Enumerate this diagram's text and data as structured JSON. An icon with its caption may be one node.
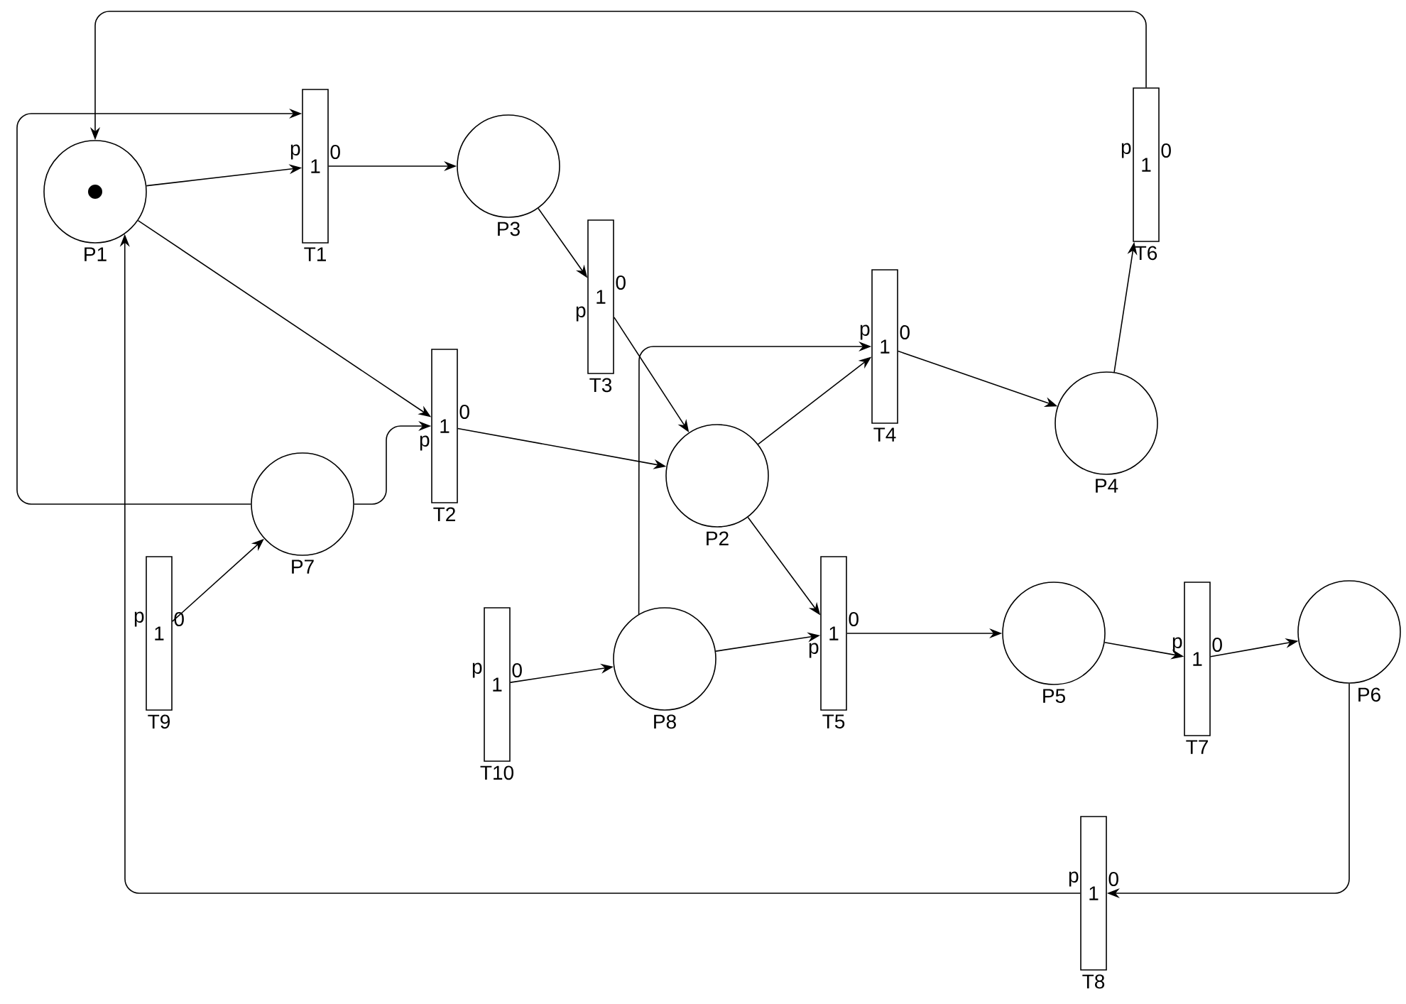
{
  "diagram": {
    "nodes": [
      {
        "text": [],
        "shape": "circle",
        "beside": [
          "P1"
        ]
      },
      {
        "text": [
          "1"
        ],
        "beside": [
          "p",
          "0",
          "T1"
        ]
      },
      {
        "text": [],
        "shape": "circle",
        "beside": [
          "P3"
        ]
      },
      {
        "text": [
          "1"
        ],
        "beside": [
          "p",
          "0",
          "T3"
        ]
      },
      {
        "text": [
          "1"
        ],
        "beside": [
          "p",
          "0",
          "T2"
        ]
      },
      {
        "text": [],
        "shape": "circle",
        "beside": [
          "P2"
        ]
      },
      {
        "text": [
          "1"
        ],
        "beside": [
          "p",
          "0",
          "T4"
        ]
      },
      {
        "text": [],
        "shape": "circle",
        "beside": [
          "P4"
        ]
      },
      {
        "text": [
          "1"
        ],
        "beside": [
          "p",
          "0",
          "T6"
        ]
      },
      {
        "text": [],
        "shape": "circle",
        "beside": [
          "P7"
        ]
      },
      {
        "text": [
          "1"
        ],
        "beside": [
          "p",
          "0",
          "T9"
        ]
      },
      {
        "text": [
          "1"
        ],
        "beside": [
          "p",
          "0",
          "T10"
        ]
      },
      {
        "text": [],
        "shape": "circle",
        "beside": [
          "P8"
        ]
      },
      {
        "text": [
          "1"
        ],
        "beside": [
          "p",
          "0",
          "T5"
        ]
      },
      {
        "text": [],
        "shape": "circle",
        "beside": [
          "P5"
        ]
      },
      {
        "text": [
          "1"
        ],
        "beside": [
          "p",
          "0",
          "T7"
        ]
      },
      {
        "text": [],
        "shape": "circle",
        "beside": [
          "P6"
        ]
      },
      {
        "text": [
          "1"
        ],
        "beside": [
          "p",
          "0",
          "T8"
        ]
      }
    ],
    "edges": [
      {
        "from": 0,
        "to": 1,
        "arrow": "to"
      },
      {
        "from": 1,
        "to": 2,
        "arrow": "to"
      },
      {
        "from": 2,
        "to": 3,
        "arrow": "to"
      },
      {
        "from": 3,
        "to": 5,
        "arrow": "to"
      },
      {
        "from": 0,
        "to": 4,
        "arrow": "to"
      },
      {
        "from": 9,
        "to": 4,
        "arrow": "to"
      },
      {
        "from": 4,
        "to": 5,
        "arrow": "to"
      },
      {
        "from": 5,
        "to": 6,
        "arrow": "to"
      },
      {
        "from": 6,
        "to": 7,
        "arrow": "to"
      },
      {
        "from": 7,
        "to": 8,
        "arrow": "to"
      },
      {
        "from": 8,
        "to": 0,
        "arrow": "to"
      },
      {
        "from": 9,
        "to": 1,
        "arrow": "to"
      },
      {
        "from": 12,
        "to": 6,
        "arrow": "to"
      },
      {
        "from": 5,
        "to": 13,
        "arrow": "to"
      },
      {
        "from": 12,
        "to": 13,
        "arrow": "to"
      },
      {
        "from": 13,
        "to": 14,
        "arrow": "to"
      },
      {
        "from": 14,
        "to": 15,
        "arrow": "to"
      },
      {
        "from": 15,
        "to": 16,
        "arrow": "to"
      },
      {
        "from": 16,
        "to": 17,
        "arrow": "to"
      },
      {
        "from": 17,
        "to": 0,
        "arrow": "to"
      },
      {
        "from": 10,
        "to": 9,
        "arrow": "to"
      },
      {
        "from": 11,
        "to": 12,
        "arrow": "to"
      }
    ]
  }
}
